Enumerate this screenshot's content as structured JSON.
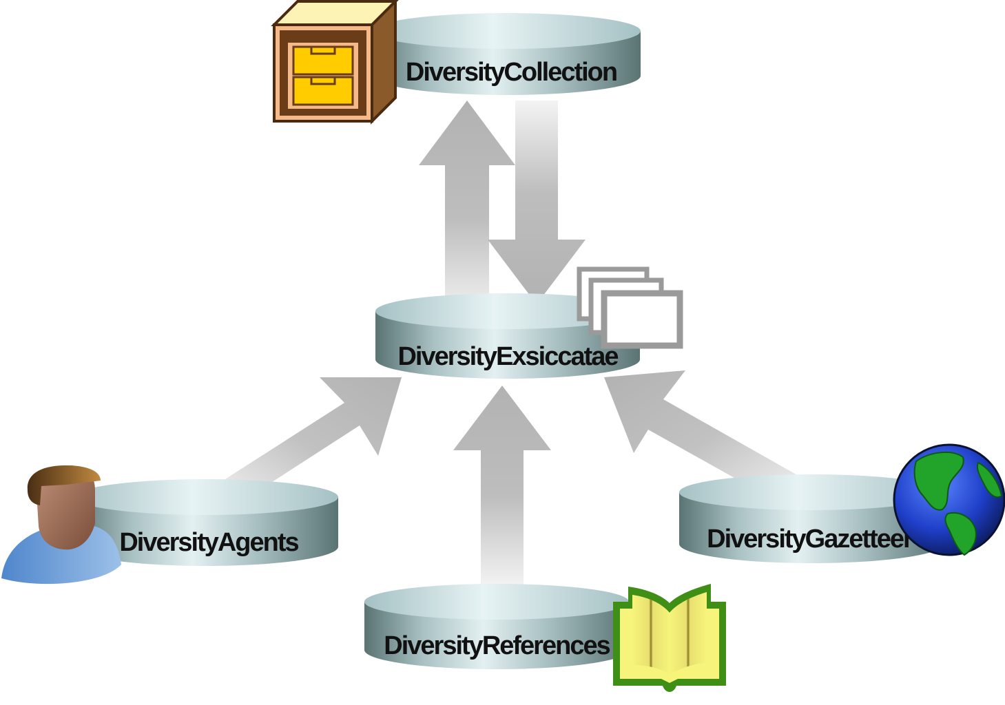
{
  "diagram": {
    "center": {
      "label": "DiversityExsiccatae",
      "icon": "stacked-frames-icon"
    },
    "top": {
      "label": "DiversityCollection",
      "icon": "cabinet-drawers-icon"
    },
    "left": {
      "label": "DiversityAgents",
      "icon": "person-icon"
    },
    "bottom": {
      "label": "DiversityReferences",
      "icon": "open-book-icon"
    },
    "right": {
      "label": "DiversityGazetteer",
      "icon": "globe-icon"
    }
  },
  "colors": {
    "arrow": "#b4b4b4",
    "cylinder_dark": "#5f7878",
    "cylinder_light": "#dcecef",
    "cabinet_brown": "#7a4a24",
    "drawer_yellow": "#ffcc00",
    "book_green": "#3f8f16",
    "book_yellow": "#f6f47a",
    "globe_blue": "#1f3fc8",
    "globe_green": "#22a32a",
    "person_shirt": "#6fa0d8"
  }
}
